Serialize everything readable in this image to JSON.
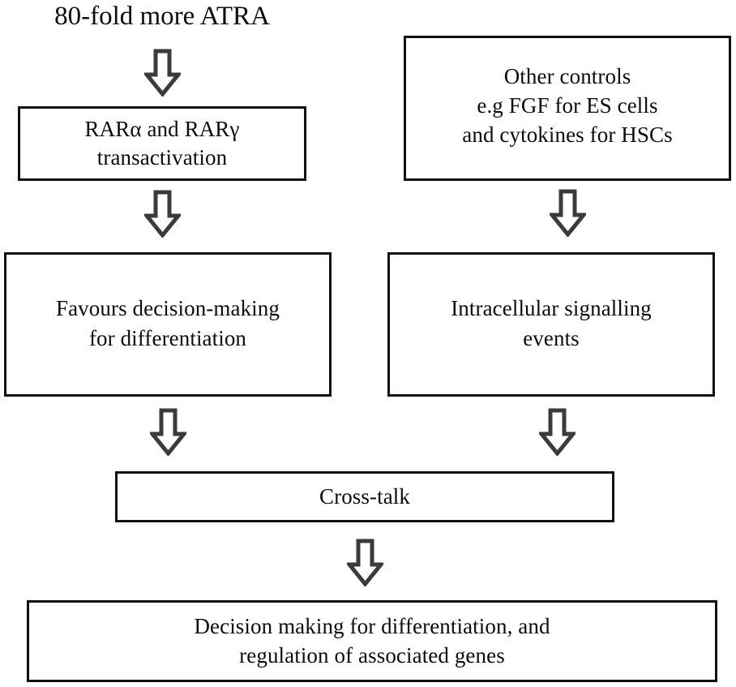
{
  "diagram": {
    "title": "80-fold more ATRA",
    "nodes": {
      "atra_dose": {
        "label": "80-fold more ATRA"
      },
      "rar_transactivation": {
        "label": "RARα and RARγ\ntransactivation"
      },
      "other_controls": {
        "label": "Other controls\ne.g FGF for ES cells\nand cytokines for HSCs"
      },
      "favours_decision": {
        "label": "Favours decision-making\nfor differentiation"
      },
      "intracellular_signalling": {
        "label": "Intracellular signalling\nevents"
      },
      "cross_talk": {
        "label": "Cross-talk"
      },
      "decision_making": {
        "label": "Decision making for differentiation, and\nregulation of associated genes"
      }
    },
    "arrows": [
      {
        "name": "atra-to-rar",
        "from": "atra_dose",
        "to": "rar_transactivation",
        "direction": "down"
      },
      {
        "name": "rar-to-favours",
        "from": "rar_transactivation",
        "to": "favours_decision",
        "direction": "down"
      },
      {
        "name": "controls-to-intra",
        "from": "other_controls",
        "to": "intracellular_signalling",
        "direction": "down"
      },
      {
        "name": "favours-to-cross",
        "from": "favours_decision",
        "to": "cross_talk",
        "direction": "down"
      },
      {
        "name": "intra-to-cross",
        "from": "intracellular_signalling",
        "to": "cross_talk",
        "direction": "down"
      },
      {
        "name": "cross-to-decision",
        "from": "cross_talk",
        "to": "decision_making",
        "direction": "down"
      }
    ],
    "colors": {
      "background": "#ffffff",
      "box_border": "#111111",
      "text": "#0d0d0d",
      "arrow_outline": "#3b3b3b",
      "arrow_fill": "#ffffff"
    }
  }
}
